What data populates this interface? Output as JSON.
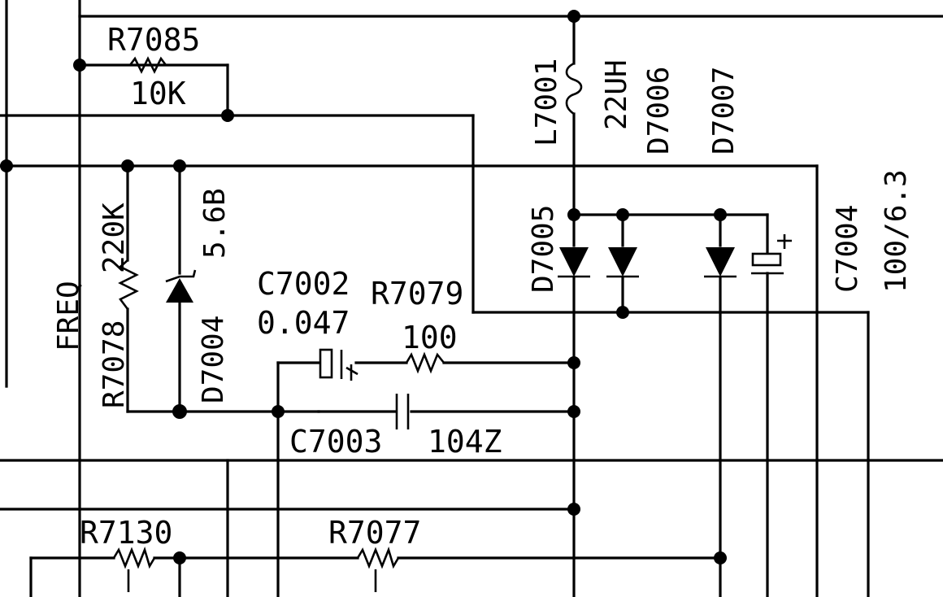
{
  "labels": {
    "r7085": "R7085",
    "r7085_val": "10K",
    "l7001": "L7001",
    "l7001_val": "22UH",
    "d7006": "D7006",
    "d7007": "D7007",
    "r7078_val": "220K",
    "r7078": "R7078",
    "freq": "FREQ",
    "d7004": "D7004",
    "d7004_val": "5.6B",
    "c7002": "C7002",
    "c7002_val": "0.047",
    "r7079": "R7079",
    "r7079_val": "100",
    "d7005": "D7005",
    "c7004": "C7004",
    "c7004_val": "100/6.3",
    "c7003": "C7003",
    "c7003_val": "104Z",
    "r7130": "R7130",
    "r7077": "R7077"
  }
}
